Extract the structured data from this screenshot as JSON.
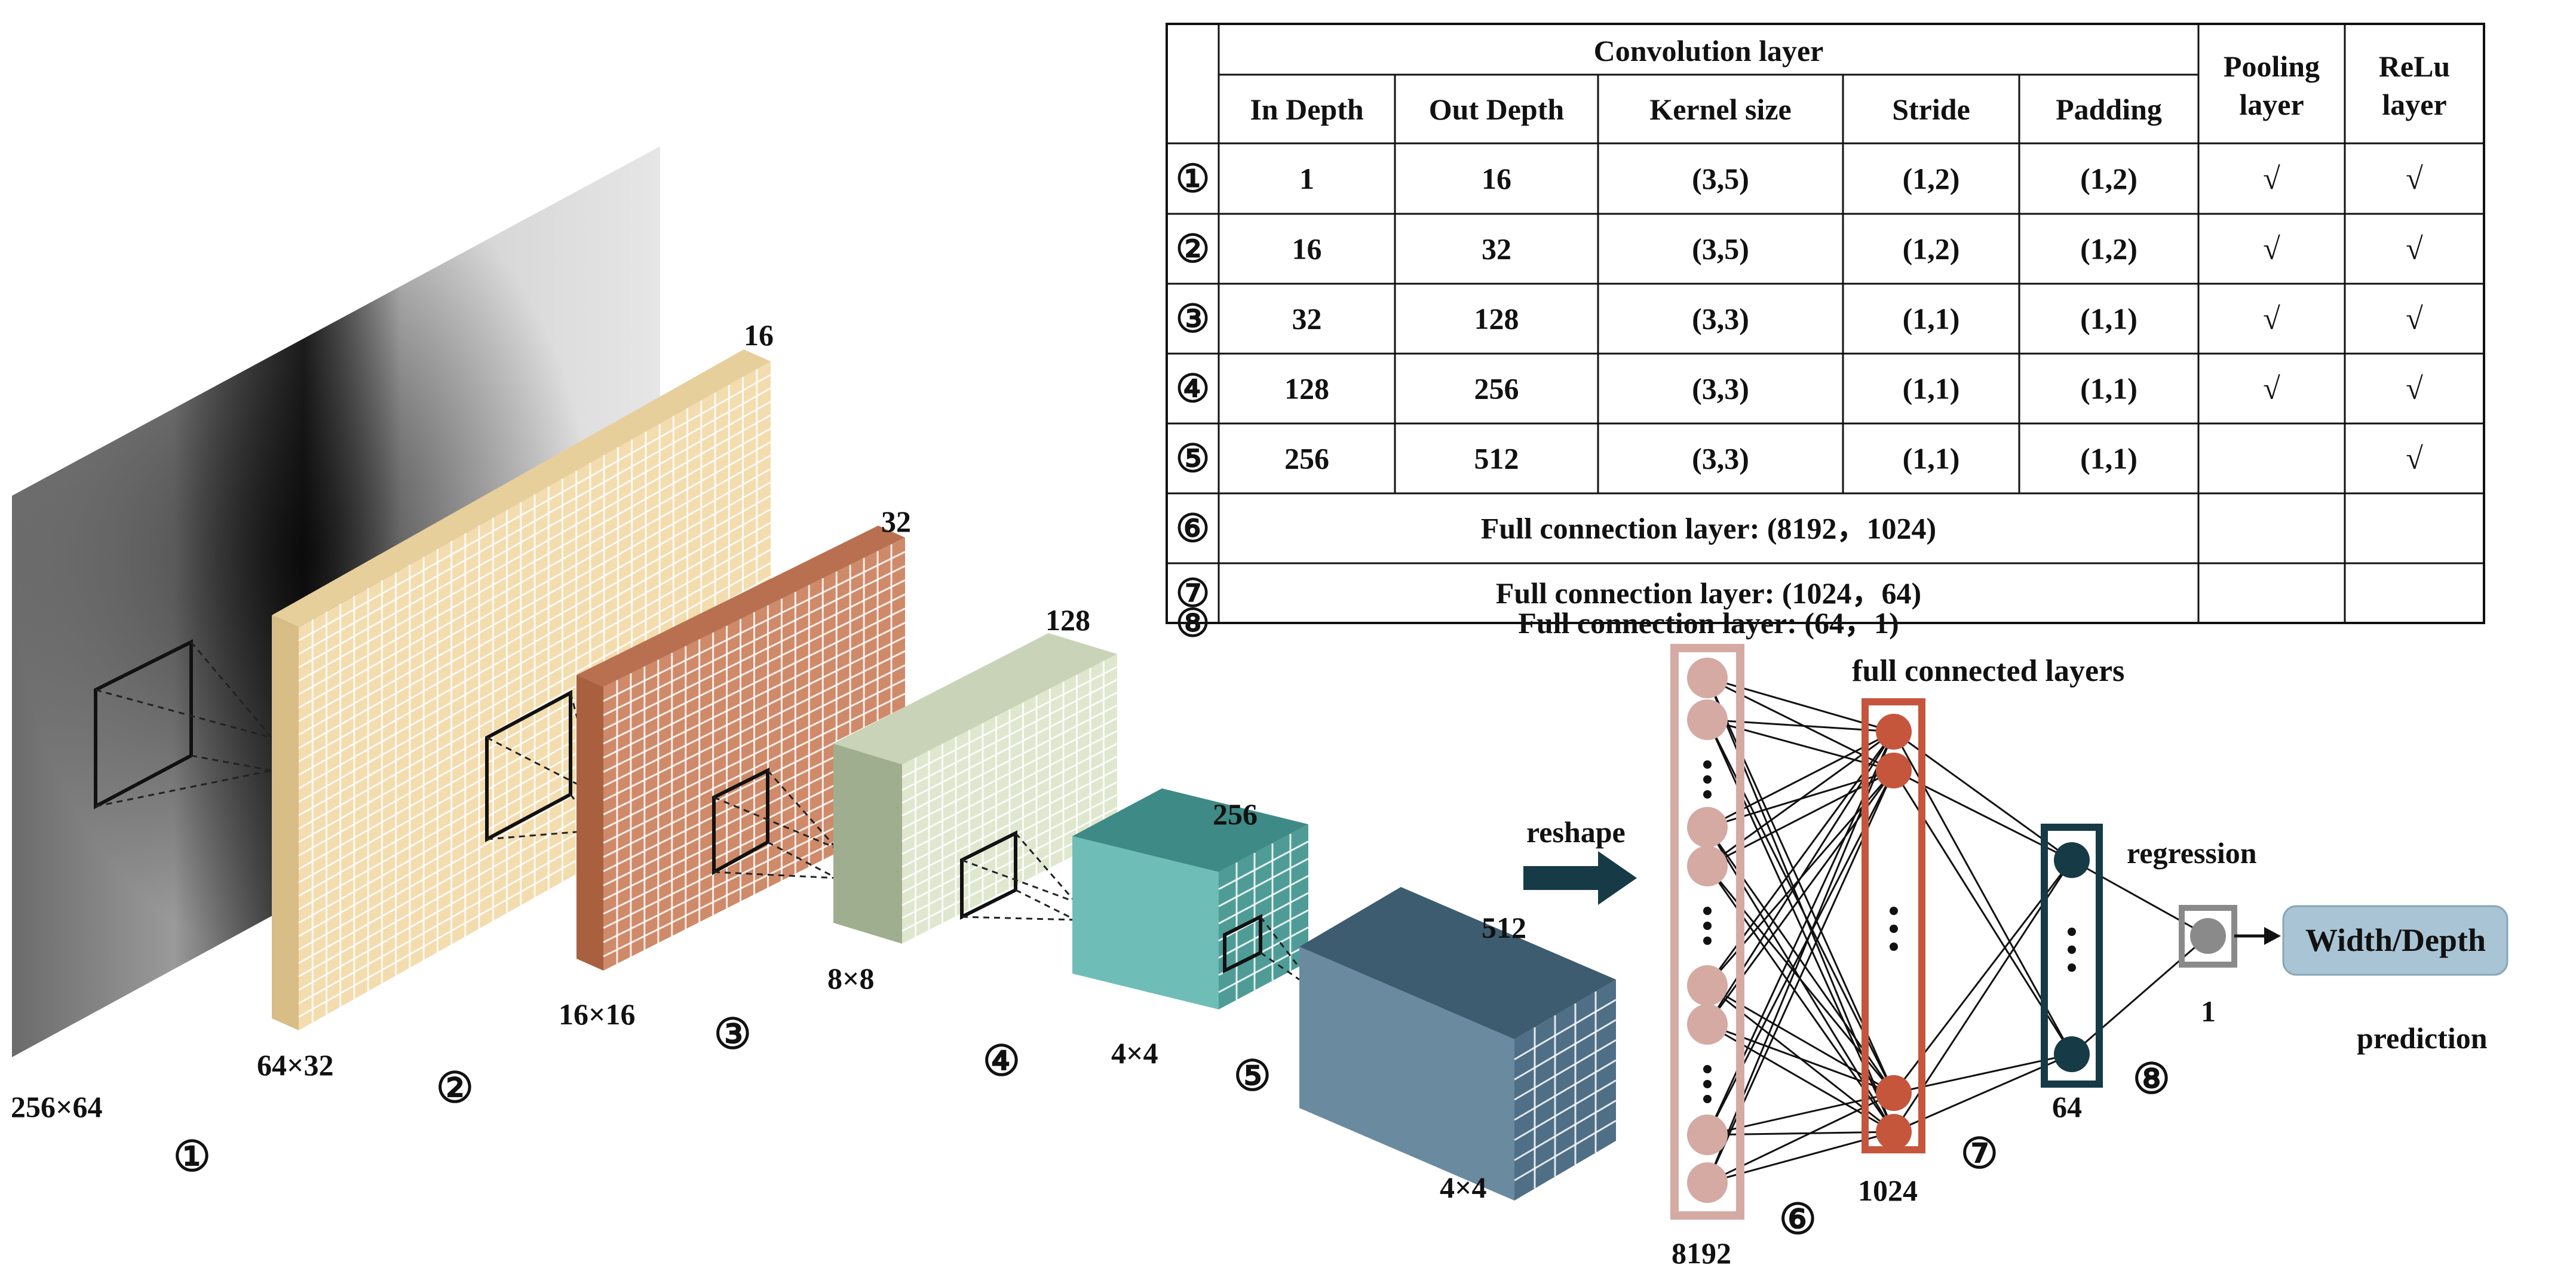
{
  "input_size": "256×64",
  "feature_maps": [
    {
      "num": "①",
      "size": "256×64",
      "depth": ""
    },
    {
      "num": "②",
      "size": "64×32",
      "depth": "16"
    },
    {
      "num": "③",
      "size": "16×16",
      "depth": "32"
    },
    {
      "num": "④",
      "size": "8×8",
      "depth": "128"
    },
    {
      "num": "⑤",
      "size": "4×4",
      "depth": "256"
    },
    {
      "num": "",
      "size": "4×4",
      "depth": "512"
    }
  ],
  "reshape_label": "reshape",
  "fc_title": "full connected layers",
  "fc_counts": {
    "l6": "8192",
    "l7": "1024",
    "l8": "64",
    "out": "1"
  },
  "fc_nums": {
    "l6": "⑥",
    "l7": "⑦",
    "l8": "⑧"
  },
  "regression_label": "regression",
  "prediction_label": "prediction",
  "output_box": "Width/Depth",
  "table": {
    "group_header": "Convolution layer",
    "pooling_header": [
      "Pooling",
      "layer"
    ],
    "relu_header": [
      "ReLu",
      "layer"
    ],
    "columns": [
      "In Depth",
      "Out Depth",
      "Kernel size",
      "Stride",
      "Padding"
    ],
    "rows": [
      {
        "num": "①",
        "cells": [
          "1",
          "16",
          "(3,5)",
          "(1,2)",
          "(1,2)"
        ],
        "pool": "√",
        "relu": "√"
      },
      {
        "num": "②",
        "cells": [
          "16",
          "32",
          "(3,5)",
          "(1,2)",
          "(1,2)"
        ],
        "pool": "√",
        "relu": "√"
      },
      {
        "num": "③",
        "cells": [
          "32",
          "128",
          "(3,3)",
          "(1,1)",
          "(1,1)"
        ],
        "pool": "√",
        "relu": "√"
      },
      {
        "num": "④",
        "cells": [
          "128",
          "256",
          "(3,3)",
          "(1,1)",
          "(1,1)"
        ],
        "pool": "√",
        "relu": "√"
      },
      {
        "num": "⑤",
        "cells": [
          "256",
          "512",
          "(3,3)",
          "(1,1)",
          "(1,1)"
        ],
        "pool": "",
        "relu": "√"
      }
    ],
    "fc_rows": [
      {
        "num": "⑥",
        "text": "Full connection layer: (8192，1024)"
      },
      {
        "num": "⑦",
        "text": "Full connection layer: (1024，64)"
      },
      {
        "num": "⑧",
        "text": "Full connection layer: (64，1)"
      }
    ]
  },
  "colors": {
    "layer2": "#f3dcae",
    "layer3": "#cf8a6a",
    "layer4": "#dfe7cf",
    "layer5": "#5aaea8",
    "layer6": "#4f6f86",
    "fc6_node": "#d4aaa3",
    "fc7_node": "#c5563c",
    "fc8_node": "#163a46",
    "out_node": "#8a8a8a",
    "out_box": "#a9c4d4"
  }
}
